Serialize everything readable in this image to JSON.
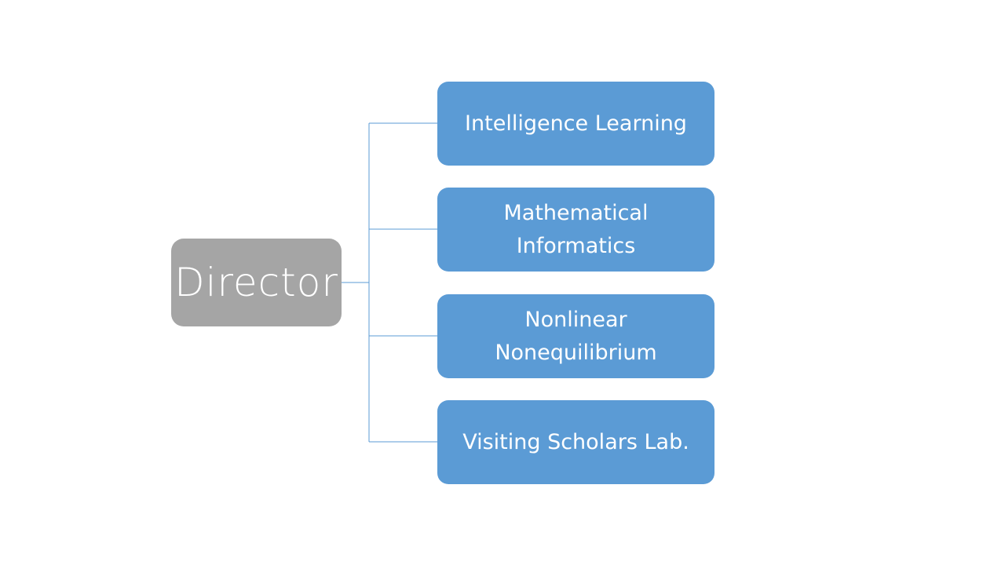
{
  "diagram": {
    "root": {
      "label": "Director"
    },
    "children": [
      {
        "label": "Intelligence Learning"
      },
      {
        "label": "Mathematical\nInformatics"
      },
      {
        "label": "Nonlinear\nNonequilibrium"
      },
      {
        "label": "Visiting Scholars Lab."
      }
    ]
  },
  "colors": {
    "root_fill": "#a5a5a5",
    "child_fill": "#5b9bd5",
    "connector": "#5b9bd5",
    "text": "#ffffff"
  }
}
